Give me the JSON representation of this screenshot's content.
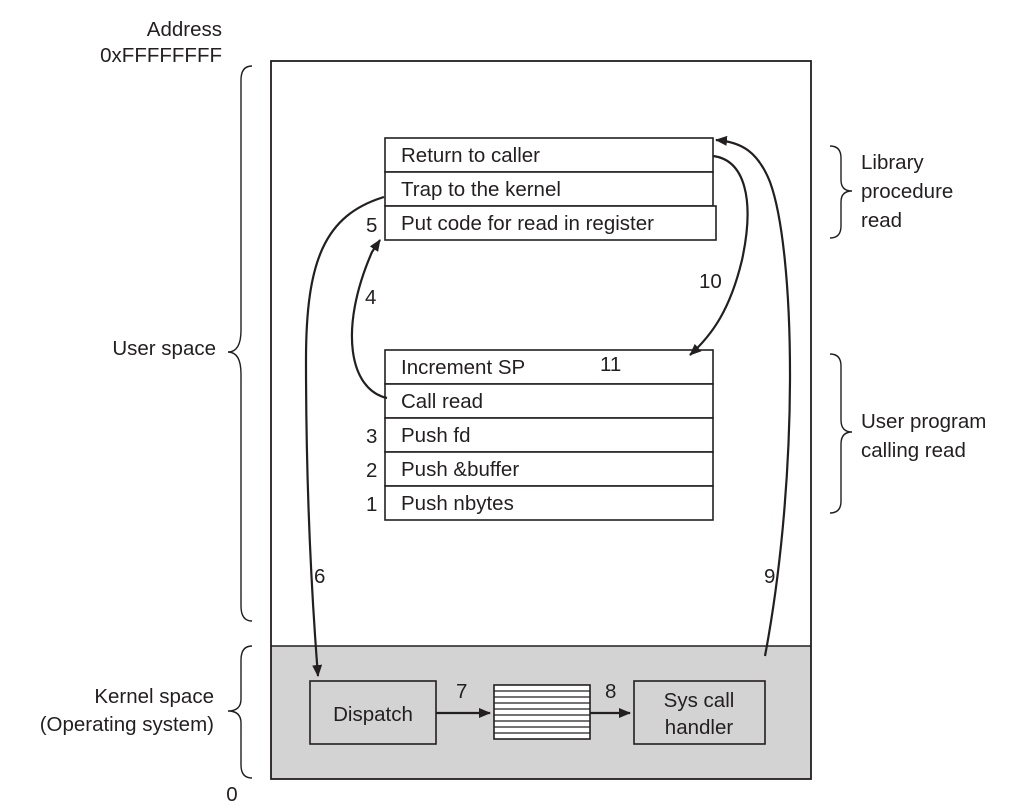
{
  "address_top": {
    "line1": "Address",
    "line2": "0xFFFFFFFF"
  },
  "address_bottom": "0",
  "regions": {
    "user_space": "User space",
    "kernel_space_line1": "Kernel space",
    "kernel_space_line2": "(Operating system)"
  },
  "library_procedure": {
    "label_lines": [
      "Library",
      "procedure",
      "read"
    ],
    "cells": [
      {
        "text": "Return to caller",
        "step": ""
      },
      {
        "text": "Trap to the kernel",
        "step": ""
      },
      {
        "text": "Put code for read in register",
        "step": "5"
      }
    ]
  },
  "user_program": {
    "label_lines": [
      "User program",
      "calling read"
    ],
    "cells": [
      {
        "text": "Increment SP",
        "step": ""
      },
      {
        "text": "Call read",
        "step": ""
      },
      {
        "text": "Push fd",
        "step": "3"
      },
      {
        "text": "Push &buffer",
        "step": "2"
      },
      {
        "text": "Push nbytes",
        "step": "1"
      }
    ]
  },
  "kernel": {
    "dispatch": "Dispatch",
    "handler_line1": "Sys call",
    "handler_line2": "handler"
  },
  "arrow_steps": {
    "s4": "4",
    "s6": "6",
    "s7": "7",
    "s8": "8",
    "s9": "9",
    "s10": "10",
    "s11": "11"
  },
  "colors": {
    "ink": "#231f20",
    "kernel_fill": "#d3d3d3",
    "background": "#ffffff"
  }
}
